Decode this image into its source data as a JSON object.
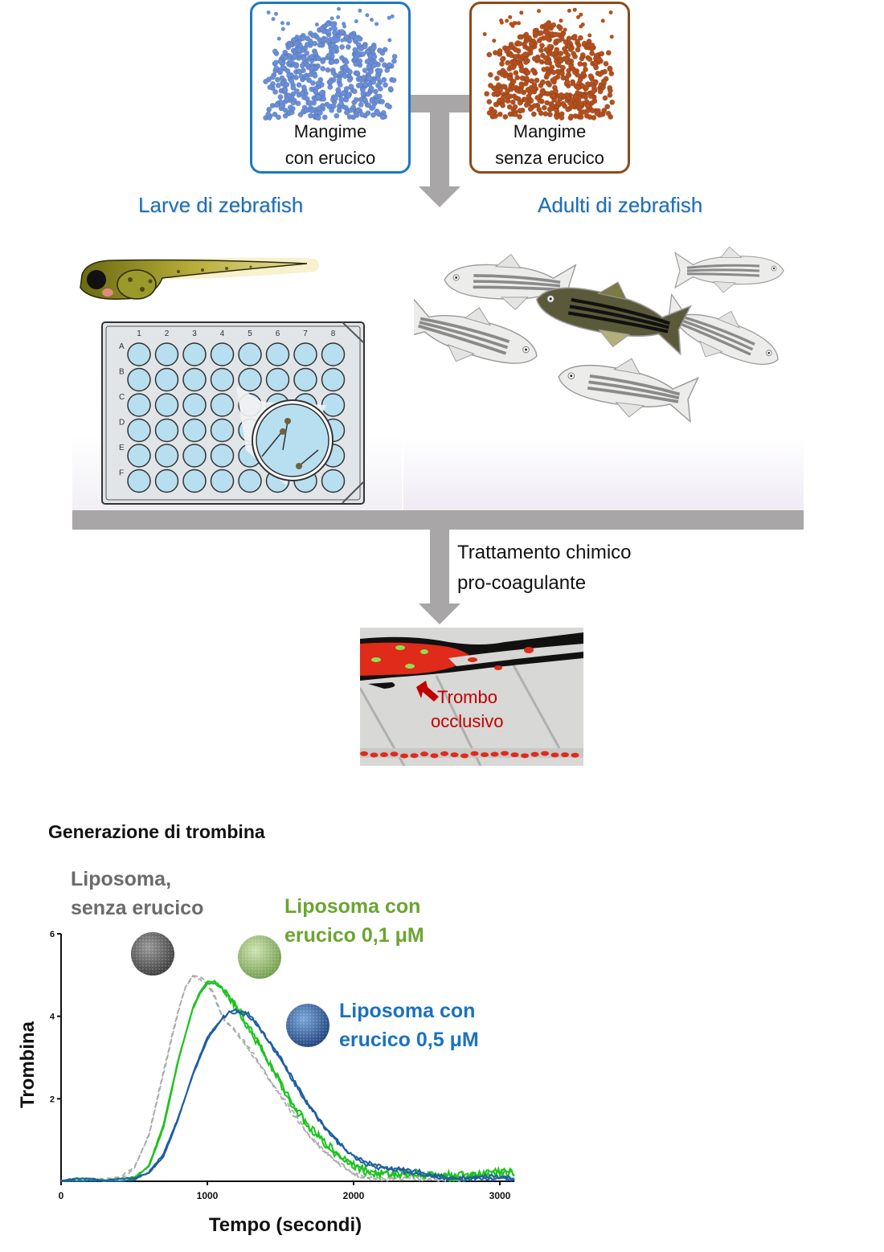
{
  "feeds": [
    {
      "line1": "Mangime",
      "line2": "con erucico",
      "border_color": "#1c78c3",
      "pellet_color": "#6a8fd8"
    },
    {
      "line1": "Mangime",
      "line2": "senza erucico",
      "border_color": "#8c4a1c",
      "pellet_color": "#b4501e"
    }
  ],
  "groups": {
    "larvae_title": "Larve di zebrafish",
    "adults_title": "Adulti di zebrafish",
    "plate": {
      "columns": [
        "1",
        "2",
        "3",
        "4",
        "5",
        "6",
        "7",
        "8"
      ],
      "rows": [
        "A",
        "B",
        "C",
        "D",
        "E",
        "F"
      ]
    }
  },
  "treatment": {
    "caption_line1": "Trattamento chimico",
    "caption_line2": "pro-coagulante"
  },
  "thrombus": {
    "label_line1": "Trombo",
    "label_line2": "occlusivo",
    "label_color": "#c00000"
  },
  "chart_data": {
    "type": "line",
    "title": "Generazione di trombina",
    "xlabel": "Tempo (secondi)",
    "ylabel": "Trombina",
    "xlim": [
      0,
      3100
    ],
    "ylim": [
      0,
      6
    ],
    "xticks": [
      0,
      1000,
      2000,
      3000
    ],
    "yticks": [
      2,
      4,
      6
    ],
    "ytick_labels": [
      "2",
      "4",
      "6"
    ],
    "xtick_labels": [
      "0",
      "1000",
      "2000",
      "3000"
    ],
    "grid": false,
    "series": [
      {
        "name": "Liposoma, senza erucico",
        "label_line1": "Liposoma,",
        "label_line2": "senza erucico",
        "color": "#aaaaaa",
        "label_color": "#6b6b6b",
        "dashed": true,
        "replicates": 2,
        "x": [
          0,
          200,
          400,
          500,
          600,
          700,
          800,
          850,
          900,
          950,
          1000,
          1050,
          1100,
          1200,
          1300,
          1400,
          1500,
          1600,
          1700,
          1800,
          1900,
          2000,
          2100,
          2300,
          2600,
          3000,
          3100
        ],
        "y": [
          0,
          0.02,
          0.1,
          0.35,
          1.1,
          2.6,
          4.1,
          4.7,
          5.0,
          4.95,
          4.85,
          4.5,
          4.0,
          3.6,
          3.1,
          2.6,
          2.1,
          1.6,
          1.1,
          0.7,
          0.4,
          0.2,
          0.1,
          0.05,
          0.05,
          0.1,
          0.05
        ]
      },
      {
        "name": "Liposoma con erucico 0,1 μM",
        "label_line1": "Liposoma con",
        "label_line2": "erucico 0,1 μM",
        "color": "#1fc21f",
        "label_color": "#6aa531",
        "dashed": false,
        "replicates": 2,
        "x": [
          0,
          300,
          500,
          600,
          700,
          800,
          900,
          950,
          1000,
          1050,
          1100,
          1200,
          1300,
          1400,
          1500,
          1600,
          1700,
          1800,
          1900,
          2000,
          2100,
          2200,
          2400,
          2600,
          2800,
          3000,
          3100
        ],
        "y": [
          0,
          0.02,
          0.1,
          0.35,
          1.3,
          2.9,
          4.2,
          4.6,
          4.85,
          4.85,
          4.7,
          4.2,
          3.6,
          3.0,
          2.4,
          1.8,
          1.3,
          0.9,
          0.6,
          0.4,
          0.25,
          0.2,
          0.15,
          0.15,
          0.15,
          0.2,
          0.2
        ]
      },
      {
        "name": "Liposoma con erucico 0,5 μM",
        "label_line1": "Liposoma con",
        "label_line2": "erucico 0,5 μM",
        "color": "#1f5fa0",
        "label_color": "#1a72c0",
        "dashed": false,
        "replicates": 2,
        "x": [
          0,
          300,
          500,
          600,
          700,
          800,
          900,
          1000,
          1100,
          1150,
          1200,
          1250,
          1300,
          1400,
          1500,
          1600,
          1700,
          1800,
          1900,
          2000,
          2100,
          2200,
          2400,
          2600,
          2800,
          3000,
          3100
        ],
        "y": [
          0,
          0.02,
          0.08,
          0.2,
          0.6,
          1.5,
          2.6,
          3.5,
          3.95,
          4.1,
          4.1,
          4.05,
          3.95,
          3.5,
          3.0,
          2.4,
          1.8,
          1.3,
          0.9,
          0.6,
          0.45,
          0.35,
          0.2,
          0.12,
          0.08,
          0.05,
          0.05
        ]
      }
    ]
  }
}
